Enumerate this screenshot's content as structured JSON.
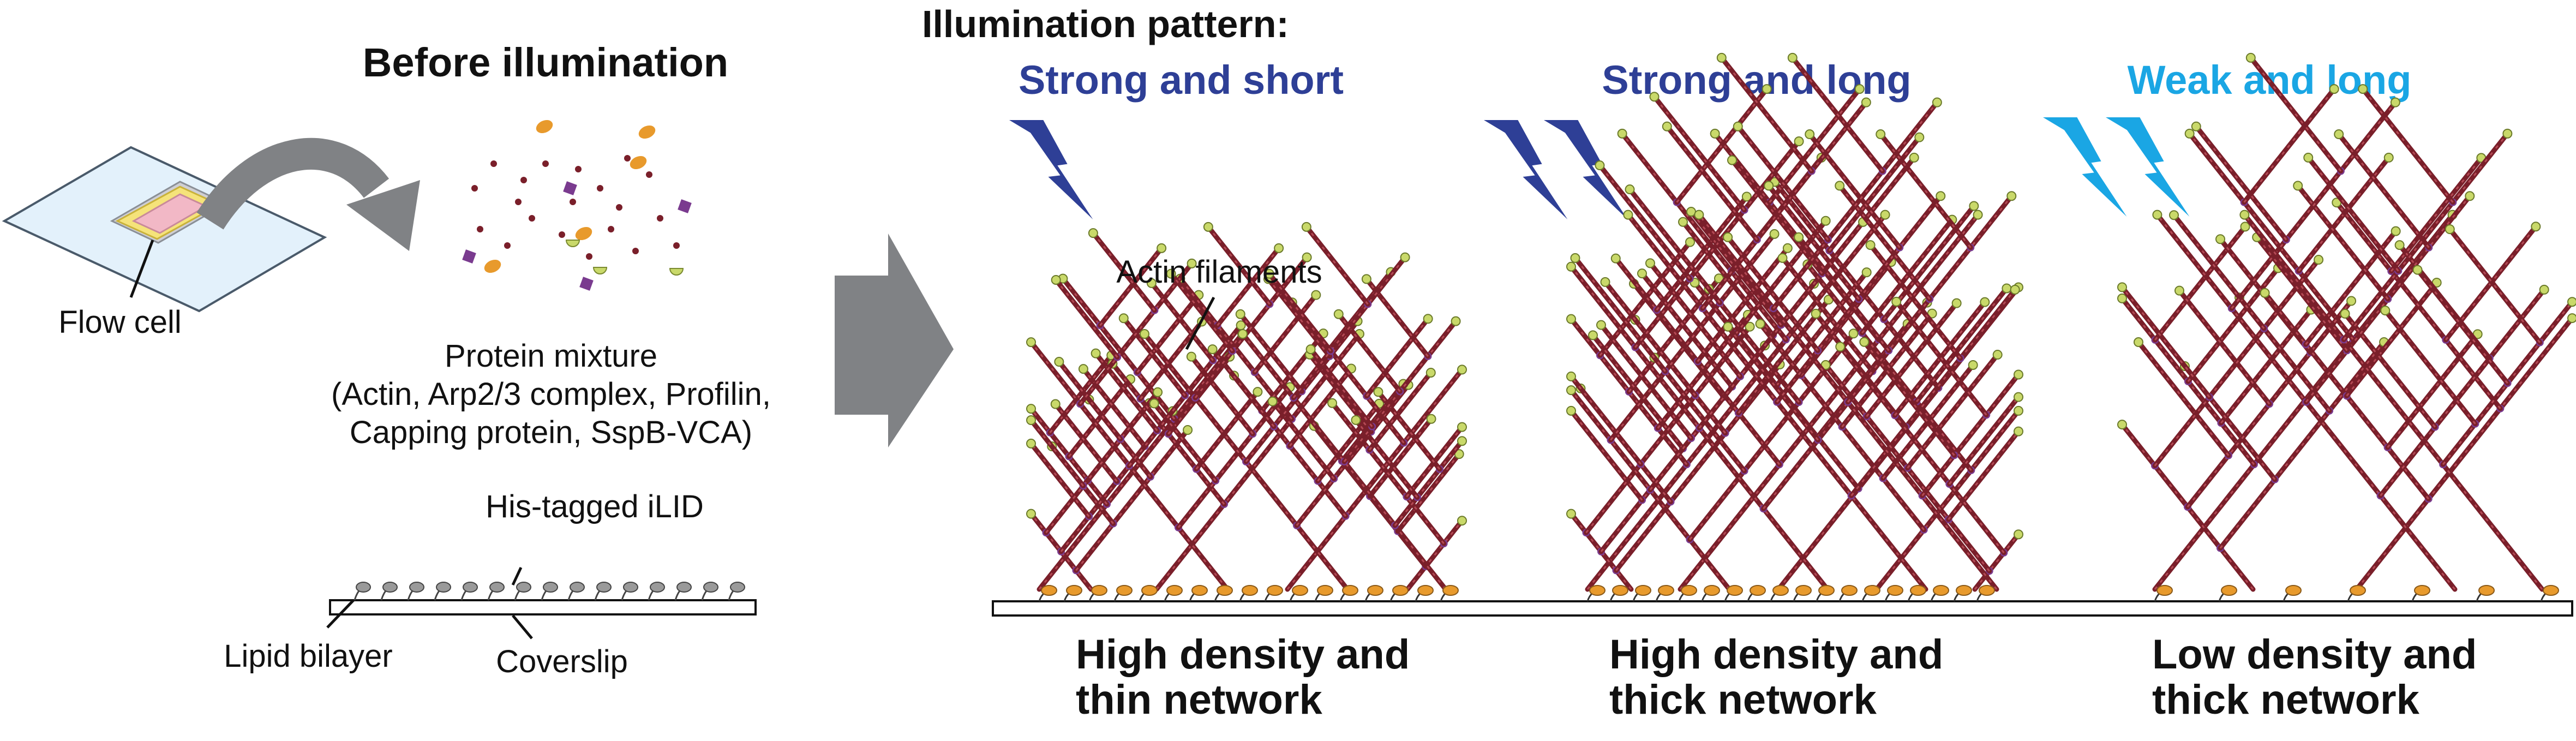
{
  "before": {
    "title": "Before illumination",
    "flow_cell_label": "Flow cell",
    "protein_title": "Protein mixture",
    "protein_line1": "(Actin, Arp2/3 complex, Profilin,",
    "protein_line2": "Capping protein, SspB-VCA)",
    "ilid_label": "His-tagged iLID",
    "bilayer_label": "Lipid bilayer",
    "coverslip_label": "Coverslip"
  },
  "illumination": {
    "heading": "Illumination pattern:",
    "filaments_label": "Actin filaments",
    "patterns": [
      {
        "name": "Strong and short",
        "color": "#2e3f96",
        "bolts": 1,
        "result_line1": "High density and",
        "result_line2": "thin network"
      },
      {
        "name": "Strong and long",
        "color": "#2e3f96",
        "bolts": 2,
        "result_line1": "High density and",
        "result_line2": "thick network"
      },
      {
        "name": "Weak and long",
        "color": "#1aa6e4",
        "bolts": 2,
        "result_line1": "Low density and",
        "result_line2": "thick network"
      }
    ]
  },
  "colors": {
    "filament": "#7a1f2a",
    "filament_tip": "#c9d96a",
    "arp": "#7a3b8f",
    "activator": "#e89a2c",
    "arrow_gray": "#808285",
    "flowcell_glass": "#e3f1fb",
    "flowcell_yellow": "#f5e37a",
    "flowcell_pink": "#f2b8c6"
  }
}
